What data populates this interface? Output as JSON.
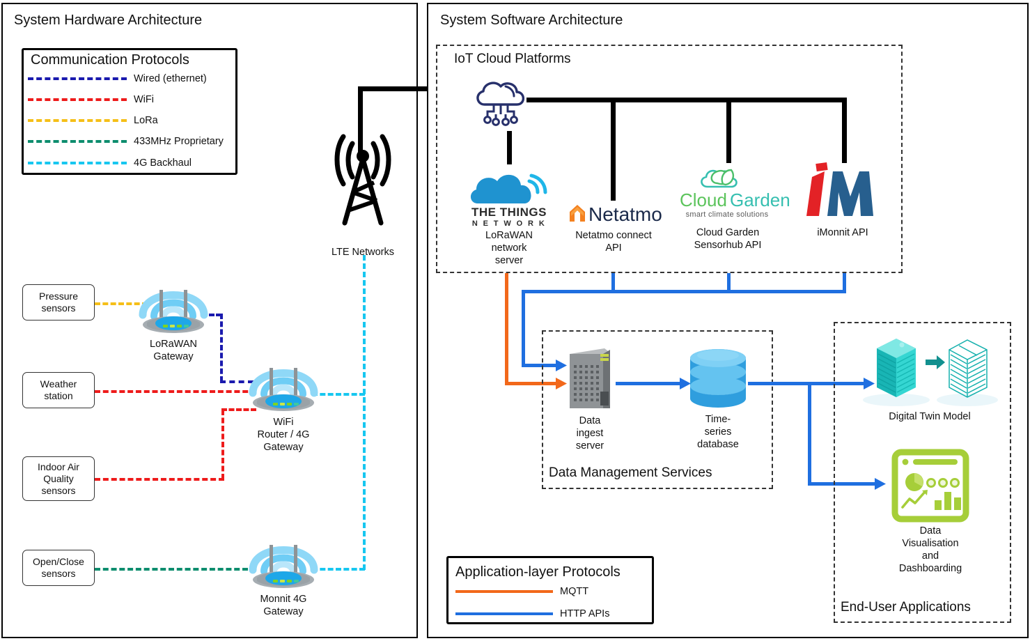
{
  "hardware_panel": {
    "title": "System Hardware Architecture",
    "legend": {
      "title": "Communication Protocols",
      "items": [
        {
          "label": "Wired (ethernet)",
          "color": "#1a1aae",
          "style": "dashed"
        },
        {
          "label": "WiFi",
          "color": "#ee1b1b",
          "style": "dashed"
        },
        {
          "label": "LoRa",
          "color": "#f5bf18",
          "style": "dashed"
        },
        {
          "label": "433MHz Proprietary",
          "color": "#0d8d6e",
          "style": "dashed"
        },
        {
          "label": "4G Backhaul",
          "color": "#17c7f0",
          "style": "dashed"
        }
      ]
    },
    "sensors": [
      {
        "label": "Pressure\nsensors",
        "link_color": "#f5bf18",
        "link_protocol": "LoRa"
      },
      {
        "label": "Weather\nstation",
        "link_color": "#ee1b1b",
        "link_protocol": "WiFi"
      },
      {
        "label": "Indoor Air\nQuality\nsensors",
        "link_color": "#ee1b1b",
        "link_protocol": "WiFi"
      },
      {
        "label": "Open/Close\nsensors",
        "link_color": "#0d8d6e",
        "link_protocol": "433MHz Proprietary"
      }
    ],
    "gateways": [
      {
        "label": "LoRaWAN\nGateway",
        "icon": "wifi-router-icon"
      },
      {
        "label": "WiFi\nRouter / 4G\nGateway",
        "icon": "wifi-router-icon"
      },
      {
        "label": "Monnit 4G\nGateway",
        "icon": "wifi-router-icon"
      }
    ],
    "lte": {
      "label": "LTE Networks",
      "icon": "cell-tower-icon"
    }
  },
  "software_panel": {
    "title": "System Software Architecture",
    "cloud_platforms": {
      "title": "IoT Cloud Platforms",
      "hub_icon": "iot-cloud-icon",
      "items": [
        {
          "label": "LoRaWAN\nnetwork\nserver",
          "logo": "the-things-network-logo",
          "logo_text_1": "THE THINGS",
          "logo_text_2": "N E T W O R K"
        },
        {
          "label": "Netatmo connect\nAPI",
          "logo": "netatmo-logo",
          "logo_text_1": "Netatmo"
        },
        {
          "label": "Cloud Garden\nSensorhub API",
          "logo": "cloud-garden-logo",
          "logo_text_1": "Cloud Garden",
          "logo_text_2": "smart climate solutions"
        },
        {
          "label": "iMonnit API",
          "logo": "imonnit-logo",
          "logo_text_1": "iM"
        }
      ]
    },
    "data_management": {
      "title": "Data Management Services",
      "items": [
        {
          "label": "Data\ningest\nserver",
          "icon": "server-rack-icon"
        },
        {
          "label": "Time-\nseries\ndatabase",
          "icon": "database-cylinder-icon"
        }
      ]
    },
    "end_user": {
      "title": "End-User Applications",
      "items": [
        {
          "label": "Digital Twin Model",
          "icon": "digital-twin-buildings-icon"
        },
        {
          "label": "Data\nVisualisation\nand\nDashboarding",
          "icon": "dashboard-chart-icon"
        }
      ]
    },
    "legend": {
      "title": "Application-layer Protocols",
      "items": [
        {
          "label": "MQTT",
          "color": "#f2681a",
          "style": "solid"
        },
        {
          "label": "HTTP APIs",
          "color": "#1f6fe0",
          "style": "solid"
        }
      ]
    }
  },
  "colors": {
    "wired": "#1a1aae",
    "wifi": "#ee1b1b",
    "lora": "#f5bf18",
    "prop433": "#0d8d6e",
    "backhaul4g": "#17c7f0",
    "mqtt": "#f2681a",
    "http": "#1f6fe0",
    "black": "#000000"
  }
}
